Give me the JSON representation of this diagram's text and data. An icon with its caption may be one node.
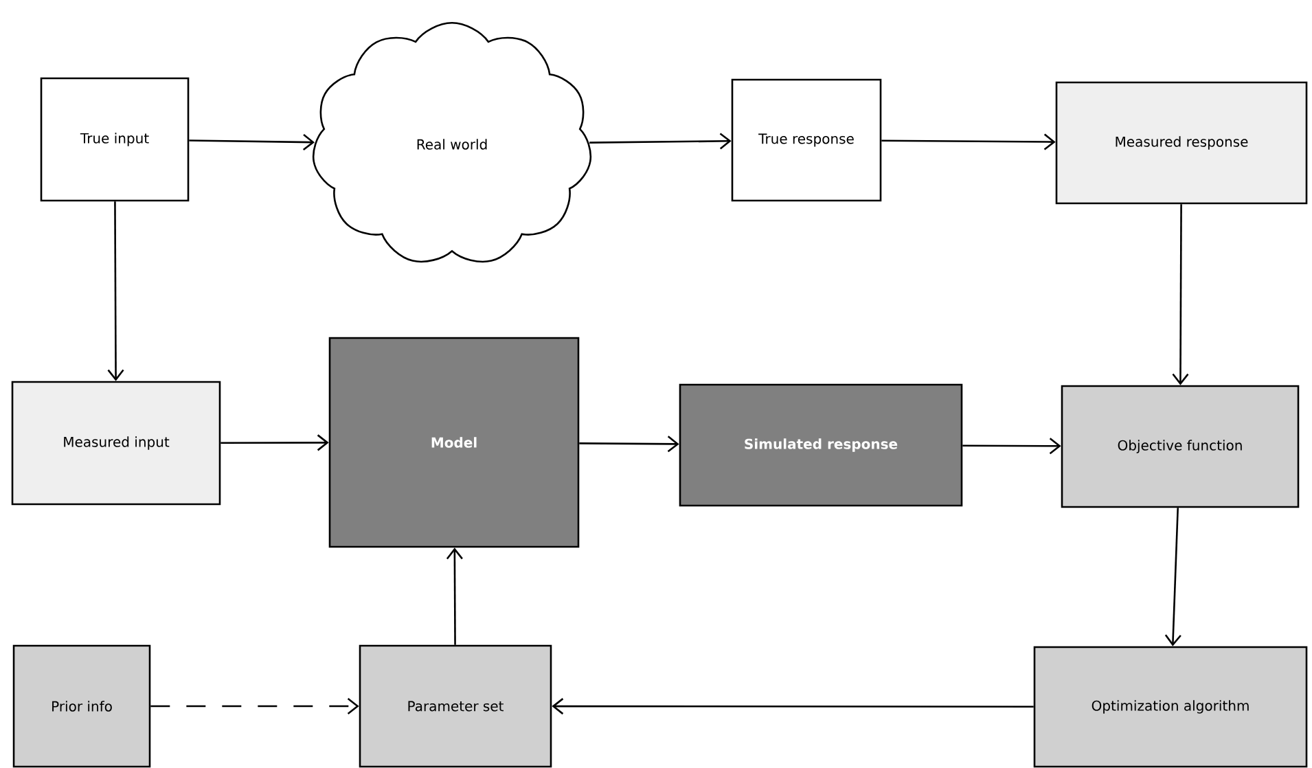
{
  "diagram": {
    "nodes": [
      {
        "text": [
          "True input"
        ]
      },
      {
        "text": [
          "Real world"
        ]
      },
      {
        "text": [
          "True response"
        ]
      },
      {
        "text": [
          "Measured response"
        ]
      },
      {
        "text": [
          "Measured input"
        ]
      },
      {
        "text": [
          "Model"
        ]
      },
      {
        "text": [
          "Simulated response"
        ]
      },
      {
        "text": [
          "Objective function"
        ]
      },
      {
        "text": [
          "Prior info"
        ]
      },
      {
        "text": [
          "Parameter set"
        ]
      },
      {
        "text": [
          "Optimization algorithm"
        ]
      }
    ],
    "edges": [
      {
        "from": 0,
        "to": 1,
        "arrow": "to"
      },
      {
        "from": 1,
        "to": 2,
        "arrow": "to"
      },
      {
        "from": 2,
        "to": 3,
        "arrow": "to"
      },
      {
        "from": 0,
        "to": 4,
        "arrow": "to"
      },
      {
        "from": 3,
        "to": 7,
        "arrow": "to"
      },
      {
        "from": 4,
        "to": 5,
        "arrow": "to"
      },
      {
        "from": 5,
        "to": 6,
        "arrow": "to"
      },
      {
        "from": 6,
        "to": 7,
        "arrow": "to"
      },
      {
        "from": 7,
        "to": 10,
        "arrow": "to"
      },
      {
        "from": 10,
        "to": 9,
        "arrow": "to"
      },
      {
        "from": 8,
        "to": 9,
        "arrow": "to",
        "style": "dashed"
      },
      {
        "from": 9,
        "to": 5,
        "arrow": "to"
      }
    ]
  }
}
